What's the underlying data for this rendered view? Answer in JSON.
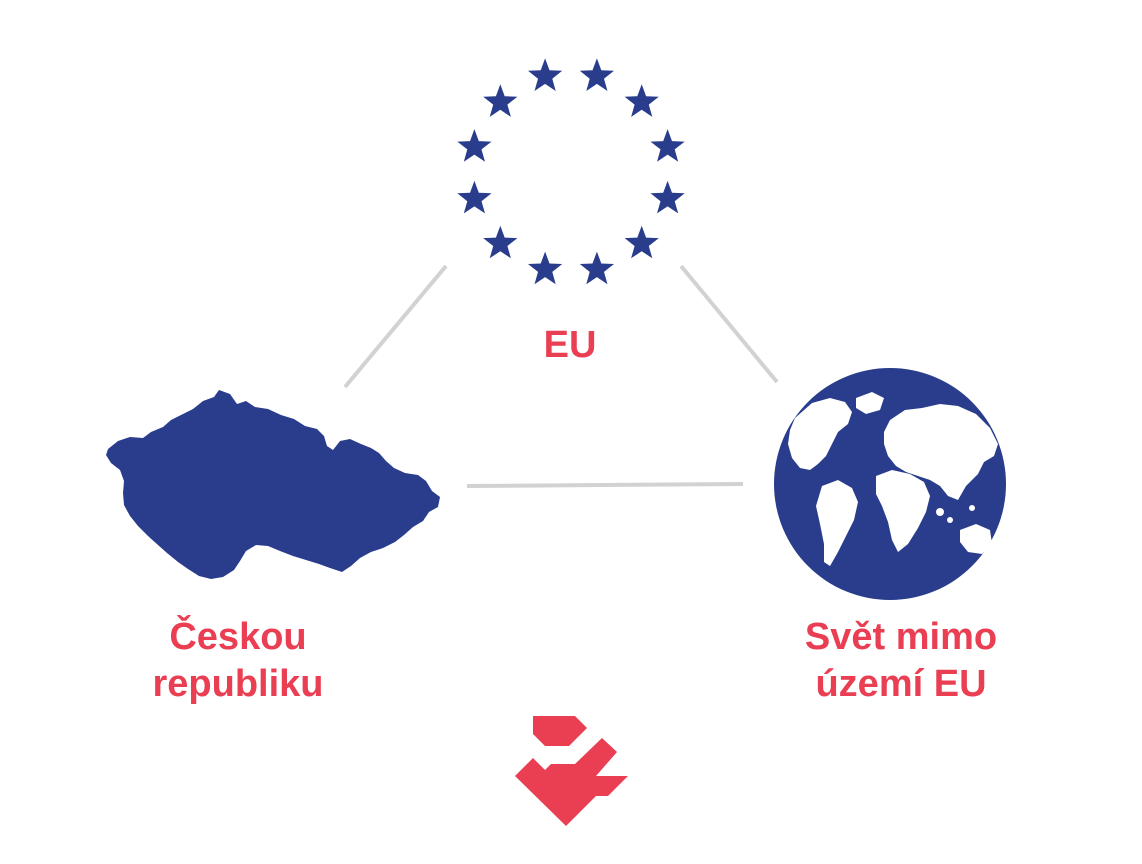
{
  "colors": {
    "navy": "#2a3d8d",
    "accent_red": "#ea3e53",
    "line_gray": "#d2d2d2",
    "background": "#ffffff"
  },
  "nodes": {
    "eu": {
      "icon": "eu-flag-stars-icon",
      "label": "EU"
    },
    "czech": {
      "icon": "czech-republic-map-icon",
      "label_line1": "Českou",
      "label_line2": "republiku"
    },
    "world": {
      "icon": "globe-icon",
      "label_line1": "Svět mimo",
      "label_line2": "území EU"
    }
  },
  "connectors": [
    {
      "from": "eu",
      "to": "czech"
    },
    {
      "from": "eu",
      "to": "world"
    },
    {
      "from": "czech",
      "to": "world"
    }
  ],
  "logo": {
    "icon": "brand-logo-icon"
  }
}
